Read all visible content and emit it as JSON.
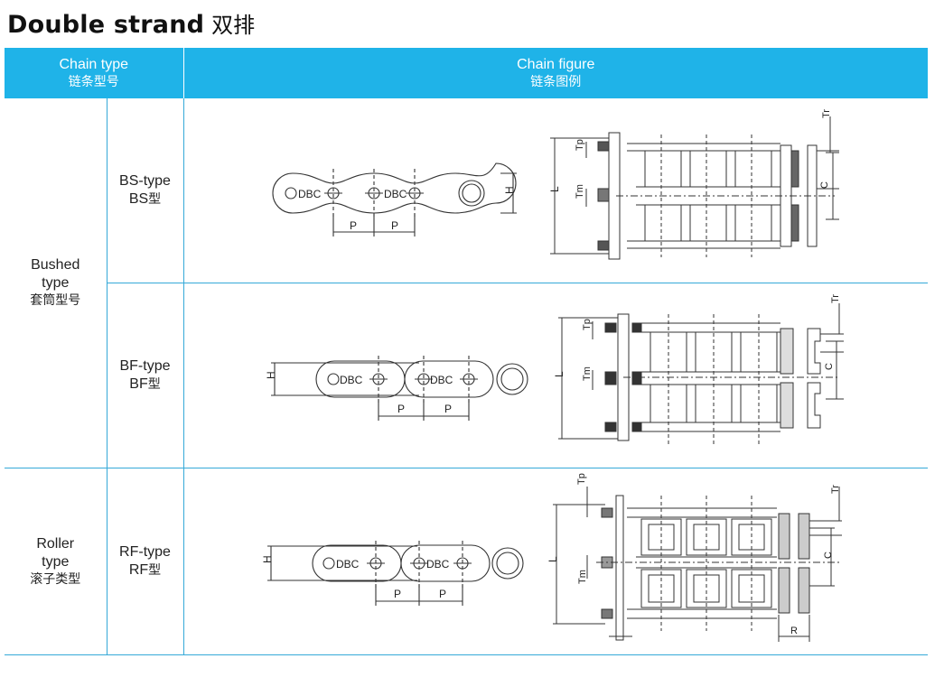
{
  "title": {
    "en": "Double strand",
    "cn": "双排"
  },
  "header": {
    "chain_type": {
      "en": "Chain type",
      "cn": "链条型号"
    },
    "chain_figure": {
      "en": "Chain figure",
      "cn": "链条图例"
    }
  },
  "groups": [
    {
      "en": "Bushed",
      "en2": "type",
      "cn": "套筒型号"
    },
    {
      "en": "Roller",
      "en2": "type",
      "cn": "滚子类型"
    }
  ],
  "rows": [
    {
      "type_en": "BS-type",
      "type_cn_prefix": "BS",
      "type_cn_suffix": "型"
    },
    {
      "type_en": "BF-type",
      "type_cn_prefix": "BF",
      "type_cn_suffix": "型"
    },
    {
      "type_en": "RF-type",
      "type_cn_prefix": "RF",
      "type_cn_suffix": "型"
    }
  ],
  "figure_labels": {
    "dbc": "DBC",
    "pitch": "P",
    "height": "H",
    "length": "L",
    "tp": "Tp",
    "tm": "Tm",
    "tr": "Tr",
    "c": "C",
    "r": "R"
  },
  "colors": {
    "header_bg": "#1fb3e8",
    "rule": "#35a9d8"
  }
}
